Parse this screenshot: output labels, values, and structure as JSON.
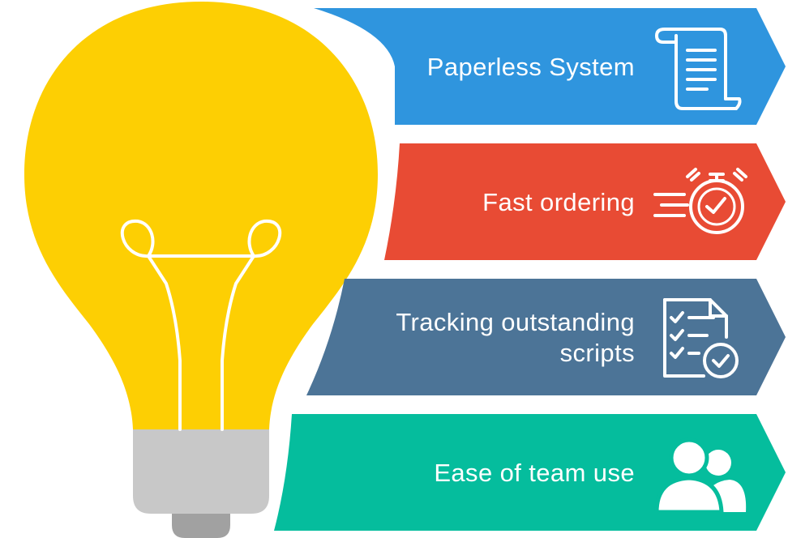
{
  "colors": {
    "bulb": "#FDCF03",
    "bulb_base": "#C8C8C8",
    "bulb_tip": "#A1A1A1",
    "filament": "#FFFFFF",
    "banner_1": "#2F95DE",
    "banner_2": "#E84B34",
    "banner_3": "#4C7497",
    "banner_4": "#05BD9D",
    "icon": "#FFFFFF"
  },
  "banners": [
    {
      "lines": [
        "Paperless System"
      ],
      "icon": "paper-scroll-icon"
    },
    {
      "lines": [
        "Fast ordering"
      ],
      "icon": "stopwatch-icon"
    },
    {
      "lines": [
        "Tracking outstanding",
        "scripts"
      ],
      "icon": "checklist-document-icon"
    },
    {
      "lines": [
        "Ease of team use"
      ],
      "icon": "team-users-icon"
    }
  ]
}
